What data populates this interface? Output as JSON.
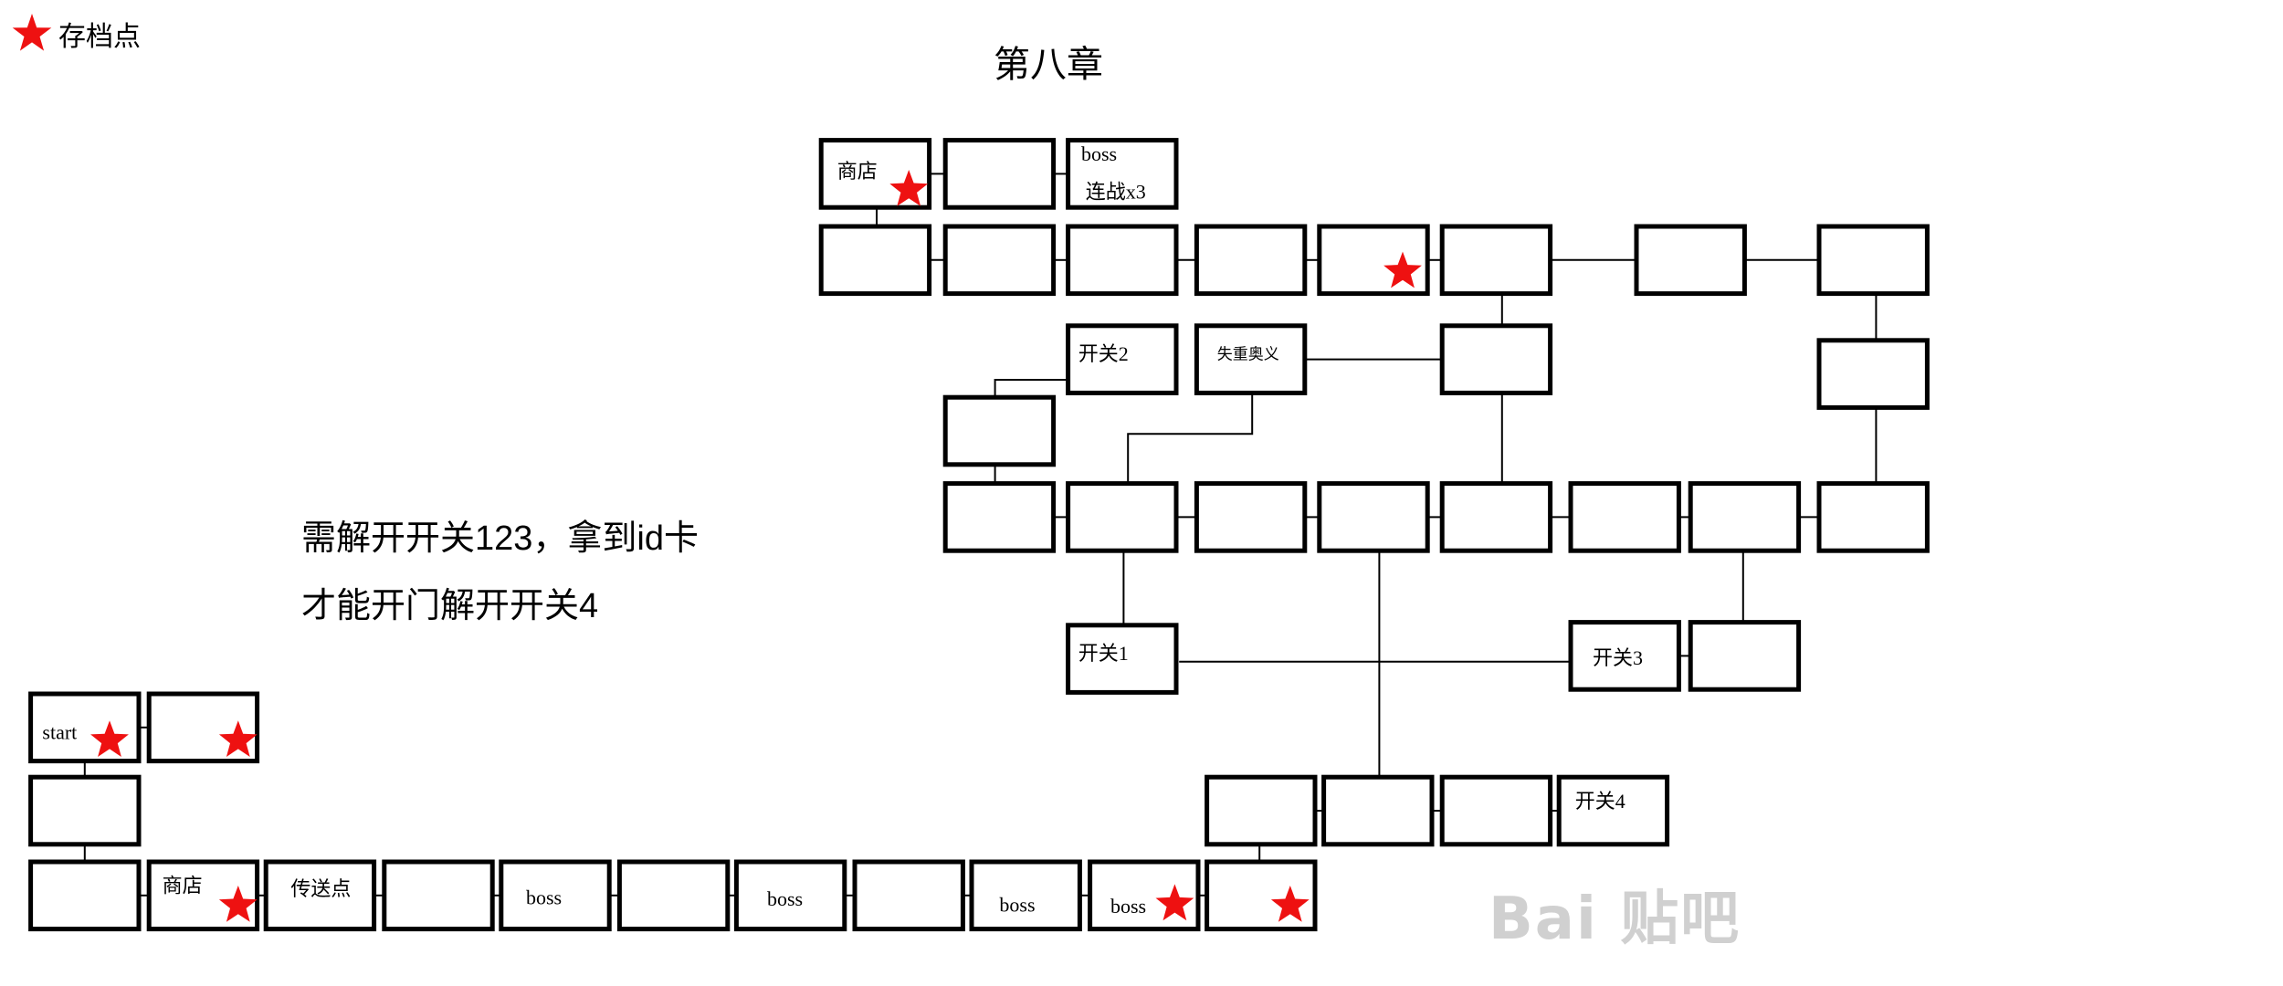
{
  "legend": {
    "icon": "red-star-icon",
    "label": "存档点",
    "star_color": "#ee1111"
  },
  "title": "第八章",
  "notes": [
    "需解开开关123，拿到id卡",
    "才能开门解开开关4"
  ],
  "watermark": "Bai 贴吧",
  "rooms": [
    {
      "id": "start",
      "label": "start",
      "save": true
    },
    {
      "id": "r_top2",
      "label": "",
      "save": true
    },
    {
      "id": "r_mid",
      "label": ""
    },
    {
      "id": "b1",
      "label": ""
    },
    {
      "id": "b2",
      "label": "商店",
      "save": true
    },
    {
      "id": "b3",
      "label": "传送点"
    },
    {
      "id": "b4",
      "label": ""
    },
    {
      "id": "b5",
      "label": "boss"
    },
    {
      "id": "b6",
      "label": ""
    },
    {
      "id": "b7",
      "label": "boss"
    },
    {
      "id": "b8",
      "label": ""
    },
    {
      "id": "b9",
      "label": "boss"
    },
    {
      "id": "b10",
      "label": "boss",
      "save": true
    },
    {
      "id": "b11",
      "label": "",
      "save": true
    },
    {
      "id": "s1",
      "label": ""
    },
    {
      "id": "s2",
      "label": ""
    },
    {
      "id": "s3",
      "label": ""
    },
    {
      "id": "s4",
      "label": "开关4"
    },
    {
      "id": "shop_top",
      "label": "商店",
      "save": true
    },
    {
      "id": "t2",
      "label": ""
    },
    {
      "id": "t3",
      "label": "boss 连战x3"
    },
    {
      "id": "u1",
      "label": ""
    },
    {
      "id": "u2",
      "label": ""
    },
    {
      "id": "u3",
      "label": ""
    },
    {
      "id": "u4",
      "label": ""
    },
    {
      "id": "u5",
      "label": "",
      "save": true
    },
    {
      "id": "u6",
      "label": ""
    },
    {
      "id": "u7",
      "label": ""
    },
    {
      "id": "u8",
      "label": ""
    },
    {
      "id": "sw2",
      "label": "开关2"
    },
    {
      "id": "shiz",
      "label": "失重奥义"
    },
    {
      "id": "v6",
      "label": ""
    },
    {
      "id": "r8b",
      "label": ""
    },
    {
      "id": "w1",
      "label": ""
    },
    {
      "id": "m1",
      "label": ""
    },
    {
      "id": "m2",
      "label": ""
    },
    {
      "id": "m3",
      "label": ""
    },
    {
      "id": "m4",
      "label": ""
    },
    {
      "id": "m5",
      "label": ""
    },
    {
      "id": "m6",
      "label": ""
    },
    {
      "id": "m7",
      "label": ""
    },
    {
      "id": "m8",
      "label": ""
    },
    {
      "id": "sw1",
      "label": "开关1"
    },
    {
      "id": "sw3",
      "label": "开关3"
    },
    {
      "id": "n7",
      "label": ""
    }
  ]
}
